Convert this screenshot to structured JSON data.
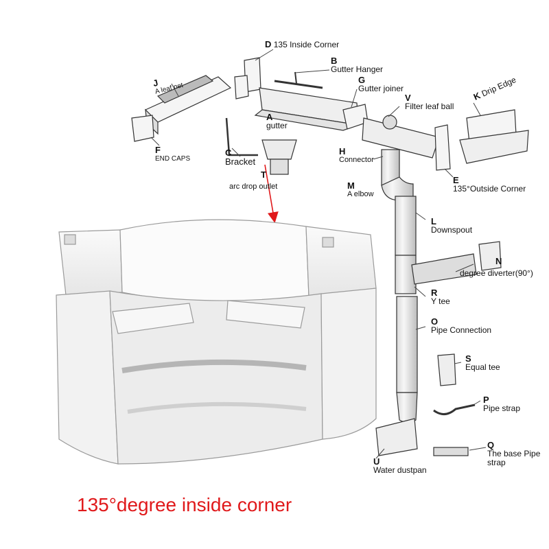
{
  "caption": "135°degree inside corner",
  "accent_color": "#e0191b",
  "parts": [
    {
      "id": "D",
      "letter": "D",
      "name": "135 Inside Corner"
    },
    {
      "id": "B",
      "letter": "B",
      "name": "Gutter Hanger"
    },
    {
      "id": "J",
      "letter": "J",
      "name": "A leaf net"
    },
    {
      "id": "G",
      "letter": "G",
      "name": "Gutter joiner"
    },
    {
      "id": "V",
      "letter": "V",
      "name": "Filter leaf ball"
    },
    {
      "id": "K",
      "letter": "K",
      "name": "Drip Edge"
    },
    {
      "id": "A",
      "letter": "A",
      "name": "gutter"
    },
    {
      "id": "F",
      "letter": "F",
      "name": "END CAPS"
    },
    {
      "id": "C",
      "letter": "C",
      "name": "Bracket"
    },
    {
      "id": "H",
      "letter": "H",
      "name": "Connector"
    },
    {
      "id": "T",
      "letter": "T",
      "name": "arc drop outlet"
    },
    {
      "id": "E",
      "letter": "E",
      "name": "135°Outside Corner"
    },
    {
      "id": "M",
      "letter": "M",
      "name": "A elbow"
    },
    {
      "id": "L",
      "letter": "L",
      "name": "Downspout"
    },
    {
      "id": "N",
      "letter": "N",
      "name": "degree diverter(90°)"
    },
    {
      "id": "R",
      "letter": "R",
      "name": "Y tee"
    },
    {
      "id": "O",
      "letter": "O",
      "name": "Pipe Connection"
    },
    {
      "id": "S",
      "letter": "S",
      "name": "Equal tee"
    },
    {
      "id": "P",
      "letter": "P",
      "name": "Pipe strap"
    },
    {
      "id": "Q",
      "letter": "Q",
      "name": "The base Pipe strap"
    },
    {
      "id": "U",
      "letter": "U",
      "name": "Water dustpan"
    }
  ]
}
